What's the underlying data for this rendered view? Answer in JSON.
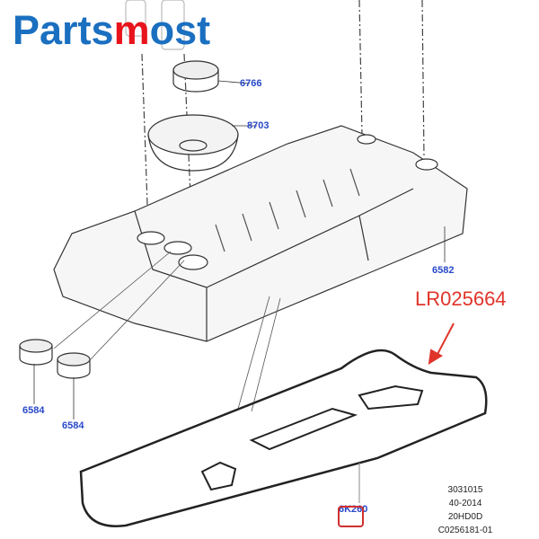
{
  "logo": {
    "part1": "Parts",
    "part2": "m",
    "part3": "ost",
    "colors": {
      "blue": "#1a6fc0",
      "red": "#e8141c"
    }
  },
  "callouts": {
    "cap": "6766",
    "funnel": "8703",
    "cover": "6582",
    "seal_left": "6584",
    "seal_right": "6584",
    "gasket": "6K260"
  },
  "part_number": "LR025664",
  "reference": {
    "line1": "3031015",
    "line2": "40-2014",
    "line3": "20HD0D",
    "line4": "C0256181-01"
  }
}
